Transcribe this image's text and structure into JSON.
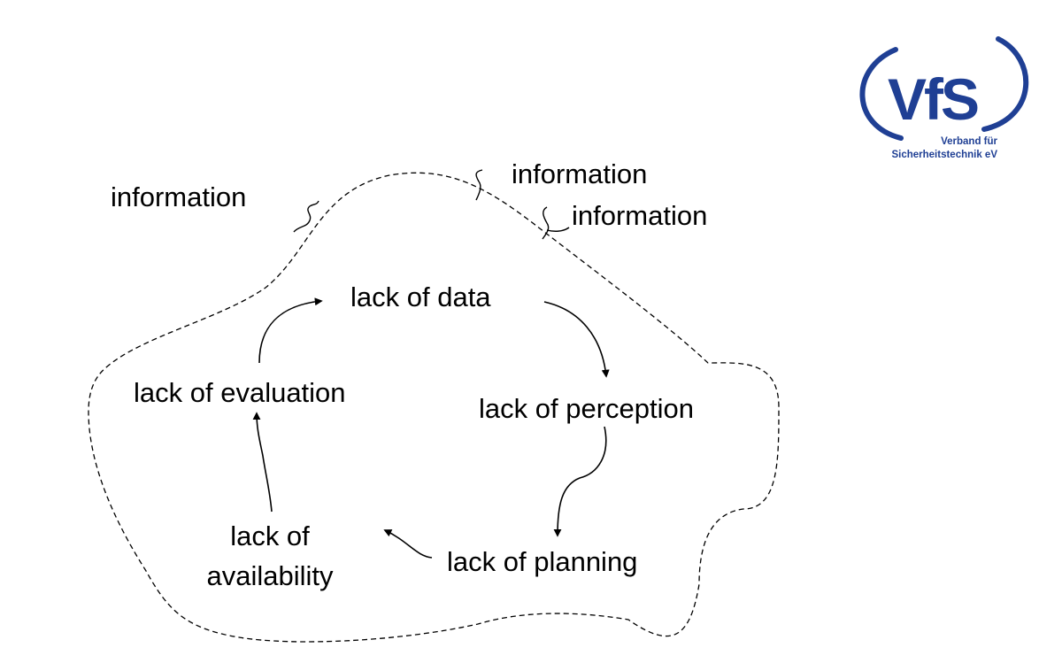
{
  "diagram": {
    "outside_labels": [
      "information",
      "information",
      "information"
    ],
    "cycle": {
      "data": "lack of data",
      "perception": "lack of perception",
      "planning": "lack of planning",
      "availability_line1": "lack of",
      "availability_line2": "availability",
      "evaluation": "lack of evaluation"
    }
  },
  "logo": {
    "mark": "VfS",
    "line1": "Verband für",
    "line2": "Sicherheitstechnik eV",
    "color": "#1f3f94"
  },
  "colors": {
    "ink": "#000000",
    "background": "#ffffff"
  }
}
